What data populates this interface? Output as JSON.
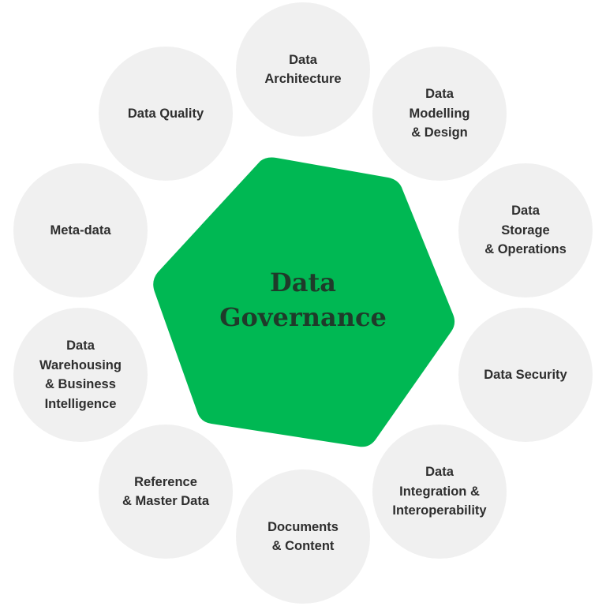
{
  "hub": {
    "title": "Data\nGovernance",
    "color": "#00b853"
  },
  "nodes": [
    {
      "label": "Data\nArchitecture"
    },
    {
      "label": "Data\nModelling\n& Design"
    },
    {
      "label": "Data\nStorage\n& Operations"
    },
    {
      "label": "Data Security"
    },
    {
      "label": "Data\nIntegration &\nInteroperability"
    },
    {
      "label": "Documents\n& Content"
    },
    {
      "label": "Reference\n& Master Data"
    },
    {
      "label": "Data\nWarehousing\n& Business\nIntelligence"
    },
    {
      "label": "Meta-data"
    },
    {
      "label": "Data Quality"
    }
  ],
  "colors": {
    "node_fill": "#f0f0f0",
    "node_text": "#2e2e2e",
    "hub_text": "#1f3b2a"
  }
}
